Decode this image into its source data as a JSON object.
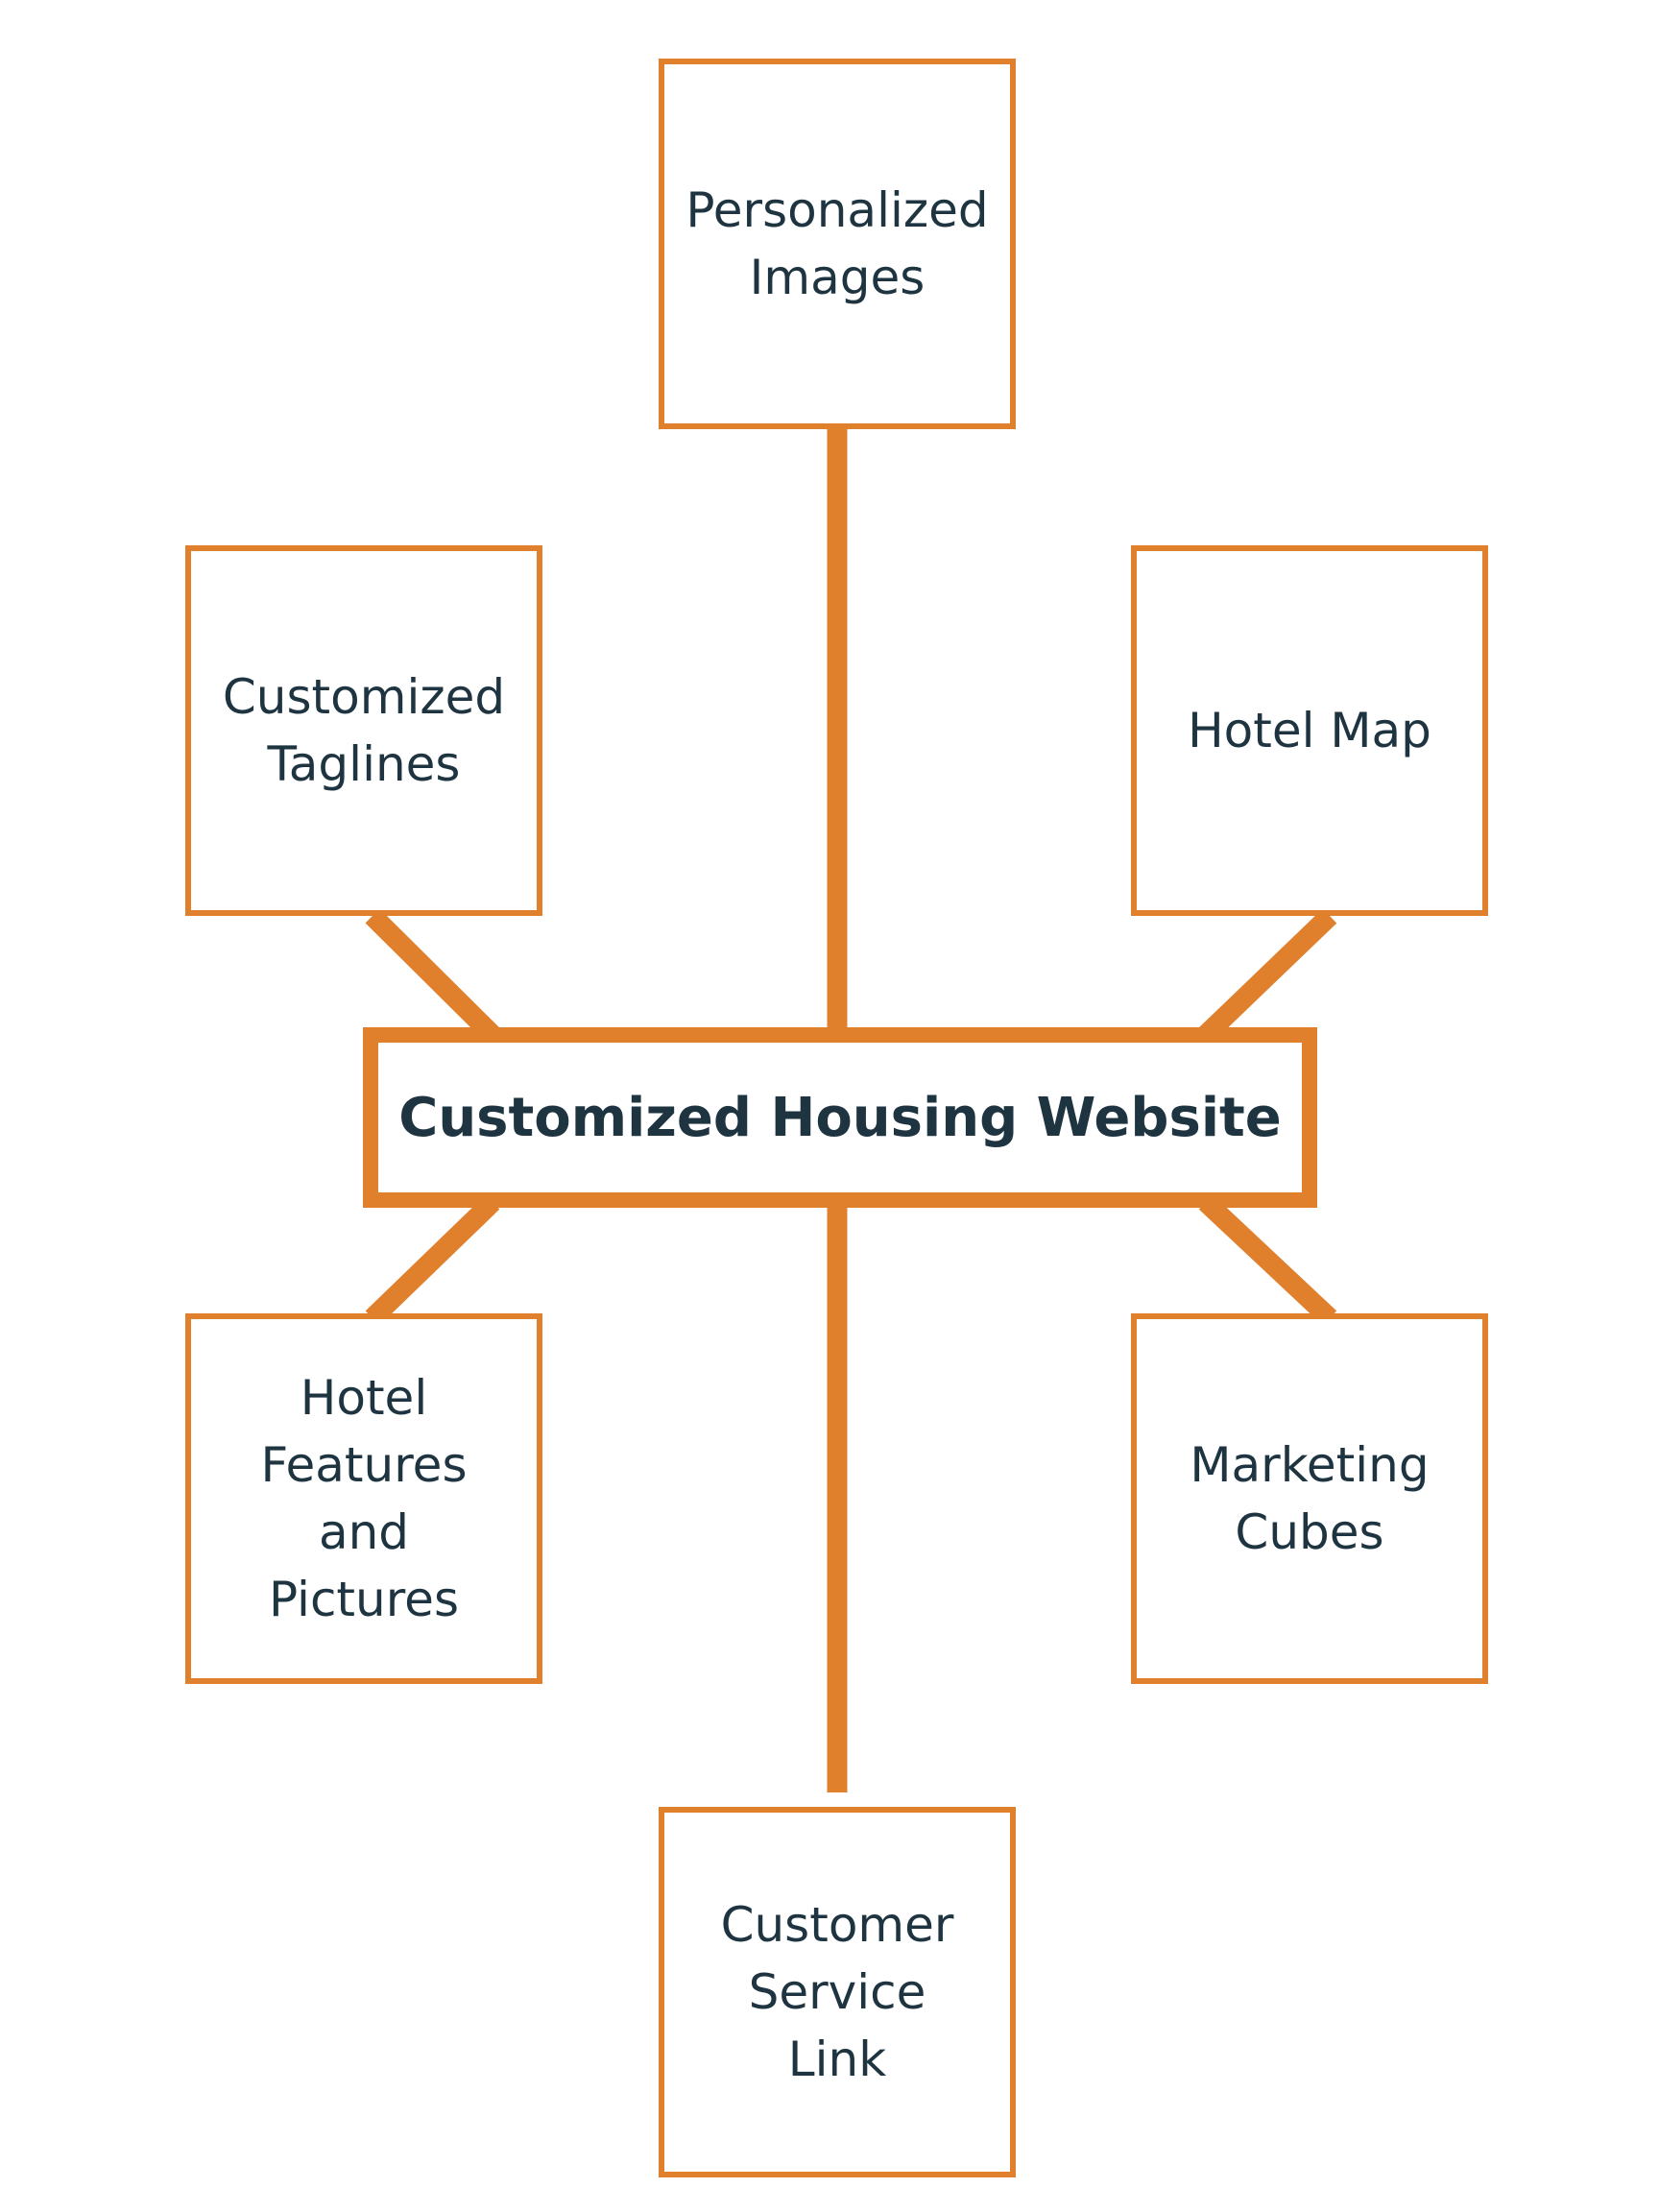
{
  "diagram": {
    "center": {
      "label": "Customized Housing Website"
    },
    "nodes": {
      "top": {
        "label": "Personalized\nImages"
      },
      "upper_left": {
        "label": "Customized\nTaglines"
      },
      "upper_right": {
        "label": "Hotel Map"
      },
      "lower_left": {
        "label": "Hotel\nFeatures\nand\nPictures"
      },
      "lower_right": {
        "label": "Marketing\nCubes"
      },
      "bottom": {
        "label": "Customer\nService\nLink"
      }
    },
    "colors": {
      "accent": "#E07F2C",
      "text": "#1E3440",
      "background": "#ffffff"
    }
  }
}
